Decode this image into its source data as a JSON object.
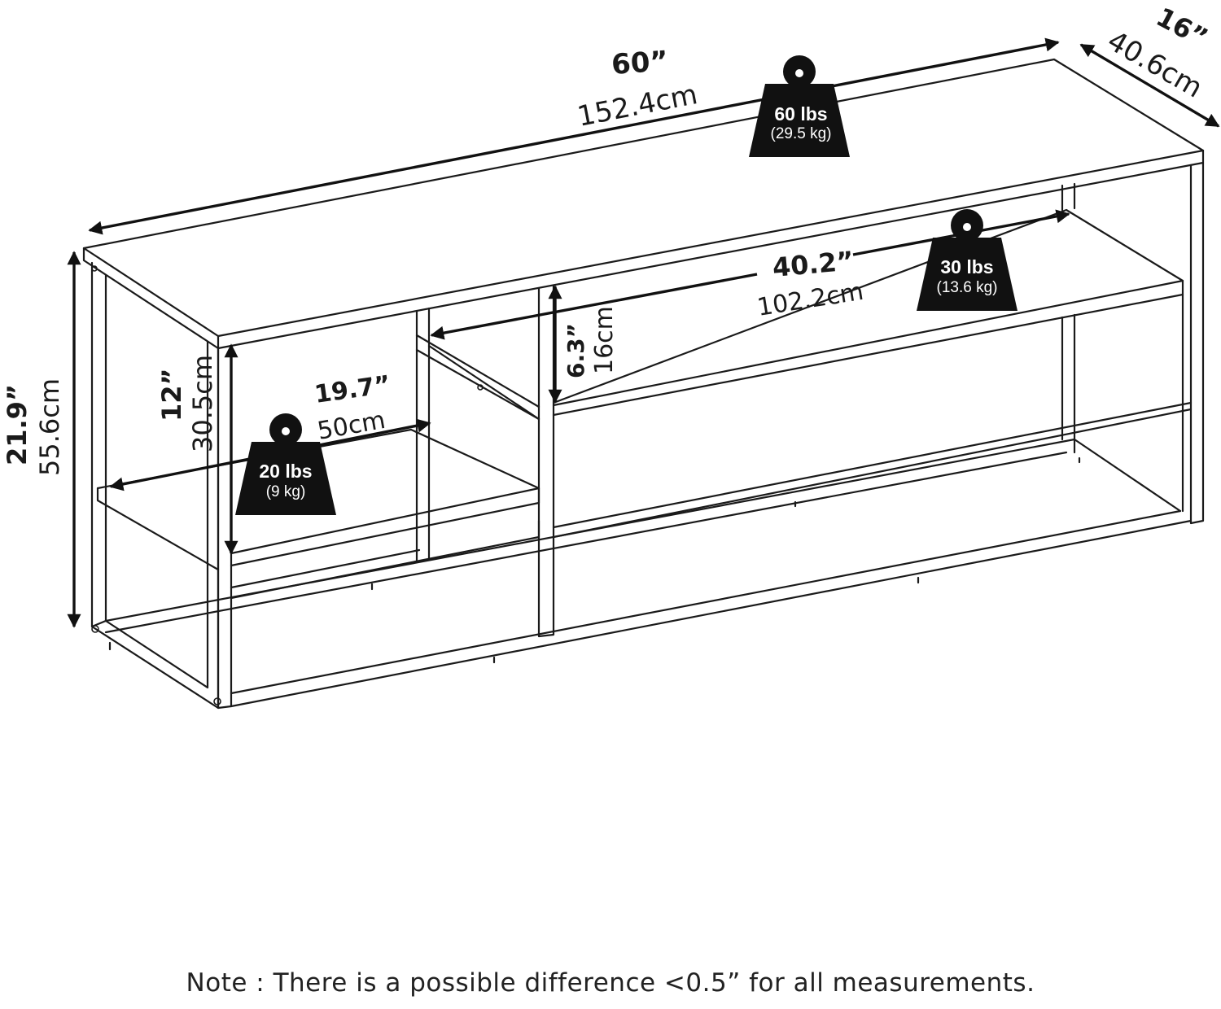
{
  "dimensions": {
    "width": {
      "in": "60”",
      "cm": "152.4cm"
    },
    "depth": {
      "in": "16”",
      "cm": "40.6cm"
    },
    "height": {
      "in": "21.9”",
      "cm": "55.6cm"
    },
    "left_shelf_height": {
      "in": "12”",
      "cm": "30.5cm"
    },
    "left_shelf_width": {
      "in": "19.7”",
      "cm": "50cm"
    },
    "upper_shelf_gap": {
      "in": "6.3”",
      "cm": "16cm"
    },
    "upper_shelf_width": {
      "in": "40.2”",
      "cm": "102.2cm"
    }
  },
  "weights": {
    "top": {
      "lbs": "60 lbs",
      "kg": "(29.5 kg)"
    },
    "upper_shelf": {
      "lbs": "30 lbs",
      "kg": "(13.6 kg)"
    },
    "left_shelf": {
      "lbs": "20 lbs",
      "kg": "(9 kg)"
    }
  },
  "note": "Note : There is a possible difference <0.5” for all measurements."
}
